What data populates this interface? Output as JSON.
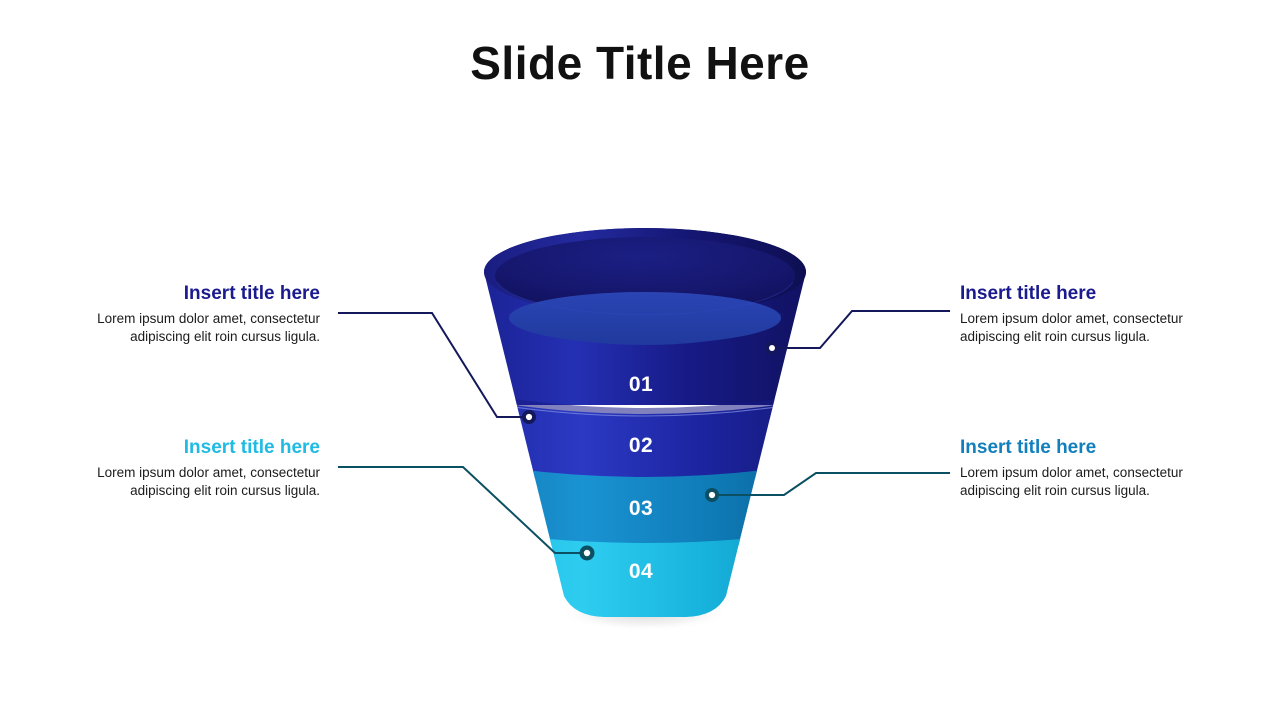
{
  "slide": {
    "title": "Slide Title Here",
    "background": "#ffffff"
  },
  "funnel": {
    "type": "funnel-diagram",
    "segments": [
      {
        "number": "01",
        "color": "#1b1b8f",
        "side": "right",
        "marker_color": "#14175a"
      },
      {
        "number": "02",
        "color": "#2331ad",
        "side": "left",
        "marker_color": "#14175a"
      },
      {
        "number": "03",
        "color": "#1180bd",
        "side": "right",
        "marker_color": "#0b4f63"
      },
      {
        "number": "04",
        "color": "#1fbbe3",
        "side": "left",
        "marker_color": "#0b4f63"
      }
    ],
    "rim_color": "#191b7e",
    "cavity_color": "#14156b",
    "cavity_floor_color": "#22379c",
    "shadow_color": "#d9d9d9"
  },
  "callouts": [
    {
      "id": "callout-1",
      "title": "Insert title here",
      "body": "Lorem ipsum dolor amet, consectetur adipiscing elit roin cursus ligula.",
      "title_color": "#1b1b8f",
      "line_color": "#14175a",
      "align": "right",
      "position": "top-left"
    },
    {
      "id": "callout-2",
      "title": "Insert title here",
      "body": "Lorem ipsum dolor amet, consectetur adipiscing elit roin cursus ligula.",
      "title_color": "#1fbbe3",
      "line_color": "#0b4f63",
      "align": "right",
      "position": "bottom-left"
    },
    {
      "id": "callout-3",
      "title": "Insert title here",
      "body": "Lorem ipsum dolor amet, consectetur adipiscing elit roin cursus ligula.",
      "title_color": "#1b1b8f",
      "line_color": "#14175a",
      "align": "left",
      "position": "top-right"
    },
    {
      "id": "callout-4",
      "title": "Insert title here",
      "body": "Lorem ipsum dolor amet, consectetur adipiscing elit roin cursus ligula.",
      "title_color": "#1180bd",
      "line_color": "#0b4f63",
      "align": "left",
      "position": "bottom-right"
    }
  ]
}
